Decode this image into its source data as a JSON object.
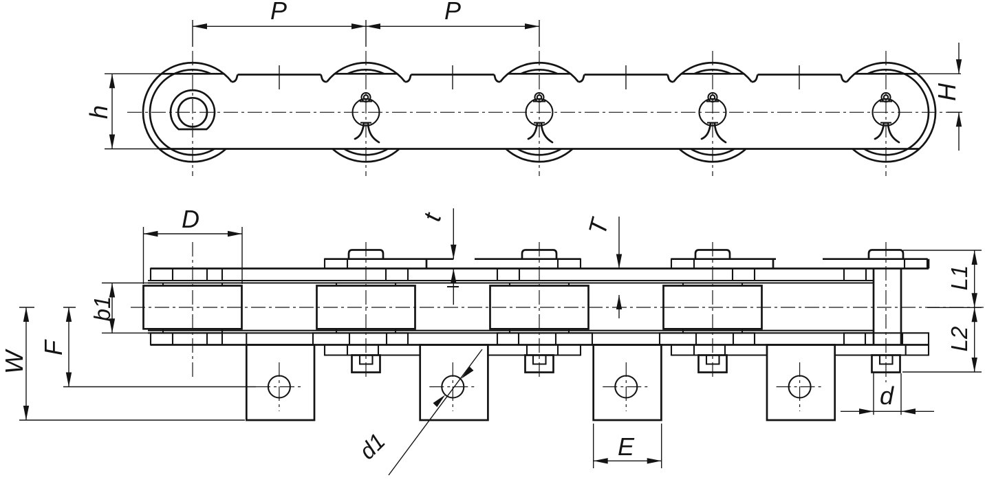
{
  "drawing": {
    "background_color": "#ffffff",
    "line_color": "#141414",
    "views": {
      "side_view_label_count": 4,
      "plan_view_label_count": 11
    },
    "dimension_labels": {
      "pitch_left": "P",
      "pitch_right": "P",
      "plate_height": "h",
      "top_to_center_height": "H",
      "roller_diameter": "D",
      "attachment_plate_thickness": "t",
      "link_plate_thickness": "T",
      "length_upper": "L1",
      "length_lower": "L2",
      "inner_width": "b1",
      "hole_offset": "F",
      "overall_attachment_width": "W",
      "attachment_hole_diameter": "d1",
      "attachment_tab_width": "E",
      "pin_diameter": "d"
    }
  }
}
